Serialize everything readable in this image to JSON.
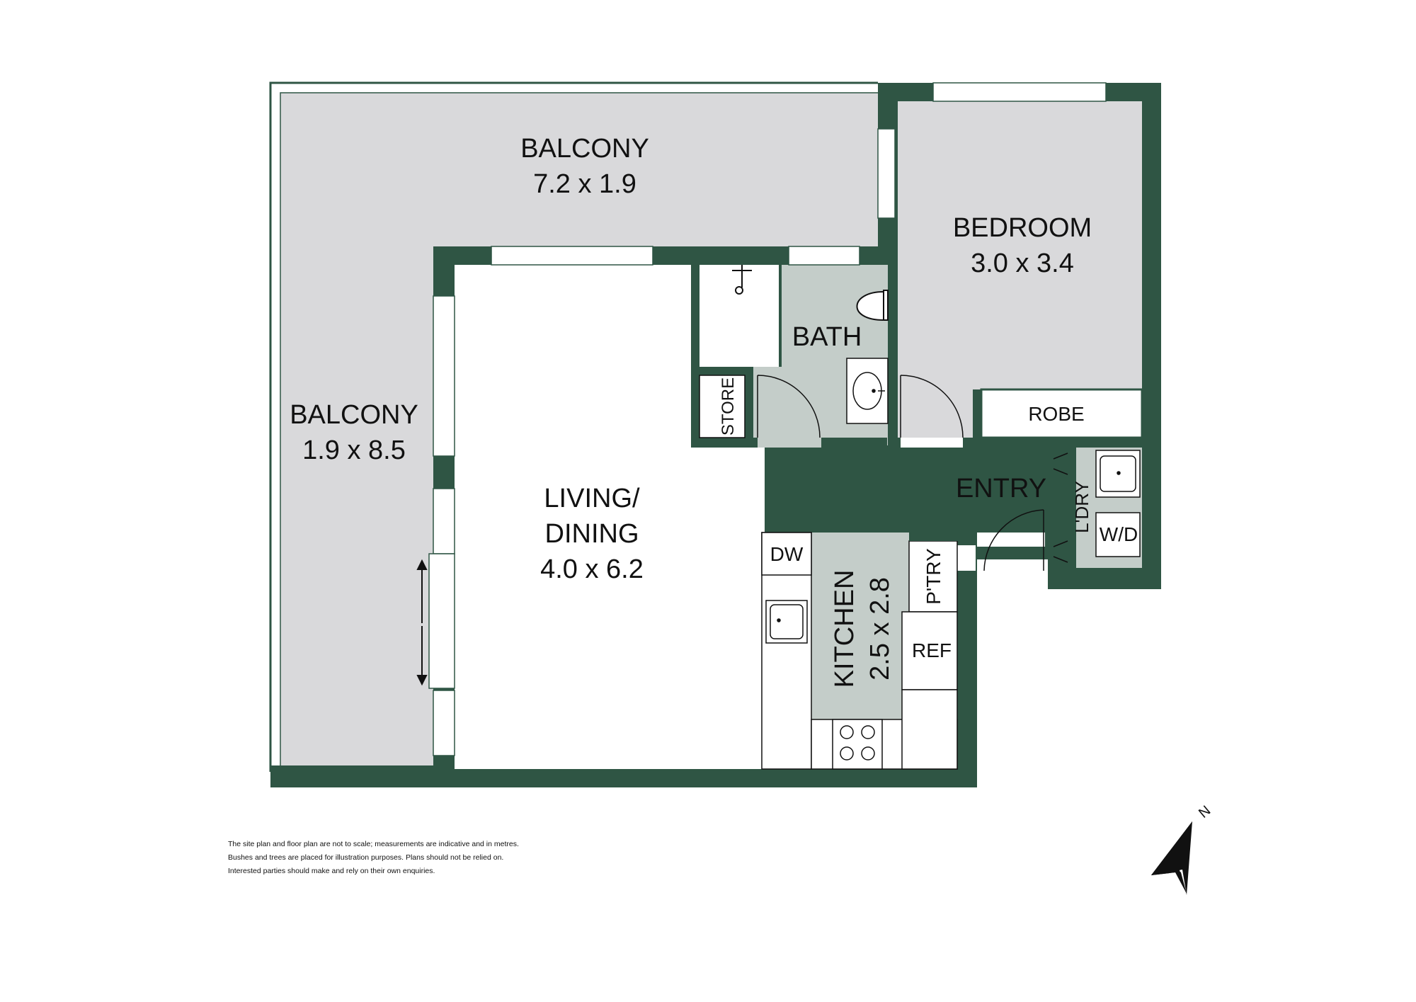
{
  "rooms": {
    "balcony_top": {
      "name": "BALCONY",
      "size": "7.2 x 1.9"
    },
    "balcony_left": {
      "name": "BALCONY",
      "size": "1.9 x 8.5"
    },
    "bedroom": {
      "name": "BEDROOM",
      "size": "3.0 x 3.4"
    },
    "bath": {
      "name": "BATH"
    },
    "store": {
      "name": "STORE"
    },
    "robe": {
      "name": "ROBE"
    },
    "living": {
      "line1": "LIVING/",
      "line2": "DINING",
      "size": "4.0 x 6.2"
    },
    "entry": {
      "name": "ENTRY"
    },
    "laundry": {
      "name": "L'DRY"
    },
    "washer_dryer": {
      "name": "W/D"
    },
    "kitchen": {
      "name": "KITCHEN",
      "size": "2.5 x 2.8"
    },
    "pantry": {
      "name": "P'TRY"
    },
    "dishwasher": {
      "name": "DW"
    },
    "fridge": {
      "name": "REF"
    }
  },
  "compass": {
    "label": "N"
  },
  "disclaimer": [
    "The site plan and floor plan are not to scale; measurements are indicative and in metres.",
    "Bushes and trees are placed for illustration purposes. Plans should not be relied on.",
    "Interested parties should make and rely on their own enquiries."
  ],
  "colors": {
    "wall": "#2f5544",
    "balcony": "#d9d9db",
    "bedroom": "#d9d9db",
    "wet": "#c4cdc9",
    "kitchen": "#c4cdc9"
  }
}
